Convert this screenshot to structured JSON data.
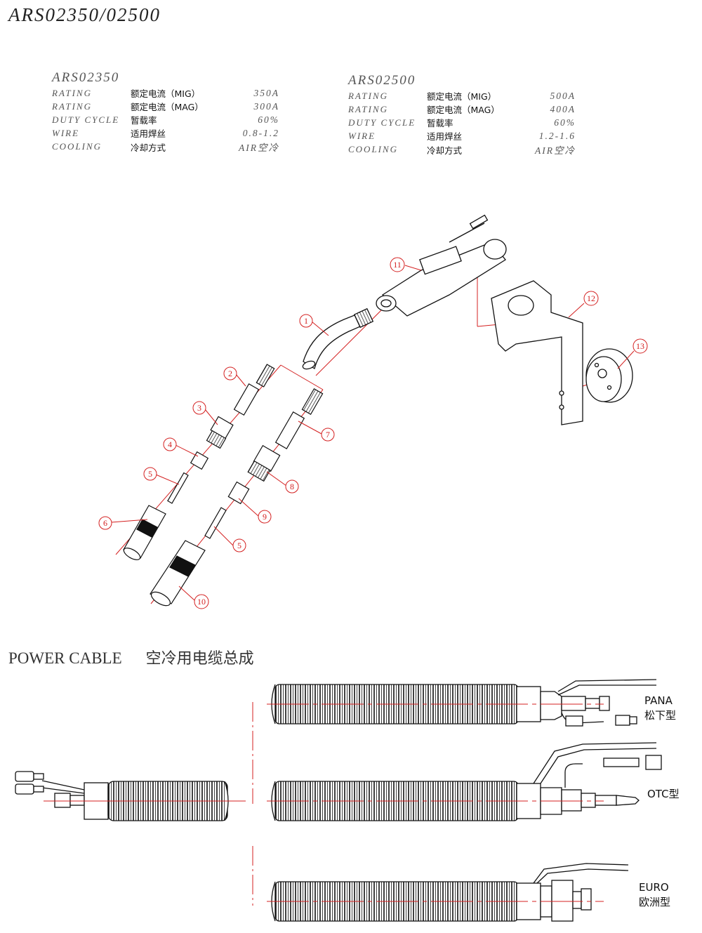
{
  "title": "ARS02350/02500",
  "specs": [
    {
      "model": "ARS02350",
      "rows": [
        {
          "en": "RATING",
          "cn": "额定电流（MIG）",
          "value": "350A"
        },
        {
          "en": "RATING",
          "cn": "额定电流（MAG）",
          "value": "300A"
        },
        {
          "en": "DUTY CYCLE",
          "cn": "暂载率",
          "value": "60%"
        },
        {
          "en": "WIRE",
          "cn": "适用焊丝",
          "value": "0.8-1.2"
        },
        {
          "en": "COOLING",
          "cn": "冷却方式",
          "value": "AIR空冷"
        }
      ]
    },
    {
      "model": "ARS02500",
      "rows": [
        {
          "en": "RATING",
          "cn": "额定电流（MIG）",
          "value": "500A"
        },
        {
          "en": "RATING",
          "cn": "额定电流（MAG）",
          "value": "400A"
        },
        {
          "en": "DUTY CYCLE",
          "cn": "暂载率",
          "value": "60%"
        },
        {
          "en": "WIRE",
          "cn": "适用焊丝",
          "value": "1.2-1.6"
        },
        {
          "en": "COOLING",
          "cn": "冷却方式",
          "value": "AIR空冷"
        }
      ]
    }
  ],
  "parts": [
    "1",
    "2",
    "3",
    "4",
    "5",
    "6",
    "7",
    "8",
    "9",
    "5",
    "10",
    "11",
    "12",
    "13"
  ],
  "power_cable": {
    "title": "POWER CABLE",
    "title_cn": "空冷用电缆总成",
    "connectors": [
      {
        "name": "PANA",
        "name_cn": "松下型"
      },
      {
        "name": "OTC型",
        "name_cn": ""
      },
      {
        "name": "EURO",
        "name_cn": "欧洲型"
      }
    ]
  },
  "colors": {
    "callout": "#d42020",
    "line": "#111111",
    "text_grey": "#555555"
  }
}
